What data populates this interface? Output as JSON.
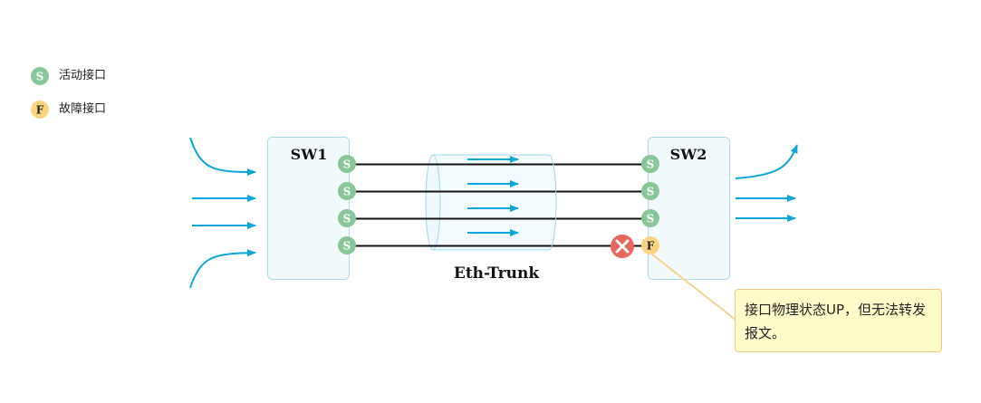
{
  "legend": {
    "active": {
      "glyph": "S",
      "label": "活动接口"
    },
    "faulty": {
      "glyph": "F",
      "label": "故障接口"
    }
  },
  "switches": {
    "left": {
      "name": "SW1"
    },
    "right": {
      "name": "SW2"
    }
  },
  "trunk": {
    "name": "Eth-Trunk"
  },
  "links": [
    {
      "left_state": "S",
      "right_state": "S",
      "failed": false
    },
    {
      "left_state": "S",
      "right_state": "S",
      "failed": false
    },
    {
      "left_state": "S",
      "right_state": "S",
      "failed": false
    },
    {
      "left_state": "S",
      "right_state": "F",
      "failed": true
    }
  ],
  "callout": {
    "text": "接口物理状态UP，但无法转发报文。"
  },
  "colors": {
    "active": "#88c797",
    "faulty": "#fcd37f",
    "failure": "#e8665a",
    "arrow": "#0aa7dd",
    "link": "#111111",
    "switch_fill": "#f3fafe",
    "switch_border": "#a9dced",
    "callout_line": "#f6d08a"
  },
  "icons": {
    "failure": "x-circle-icon",
    "traffic": "arrow-right-icon"
  }
}
